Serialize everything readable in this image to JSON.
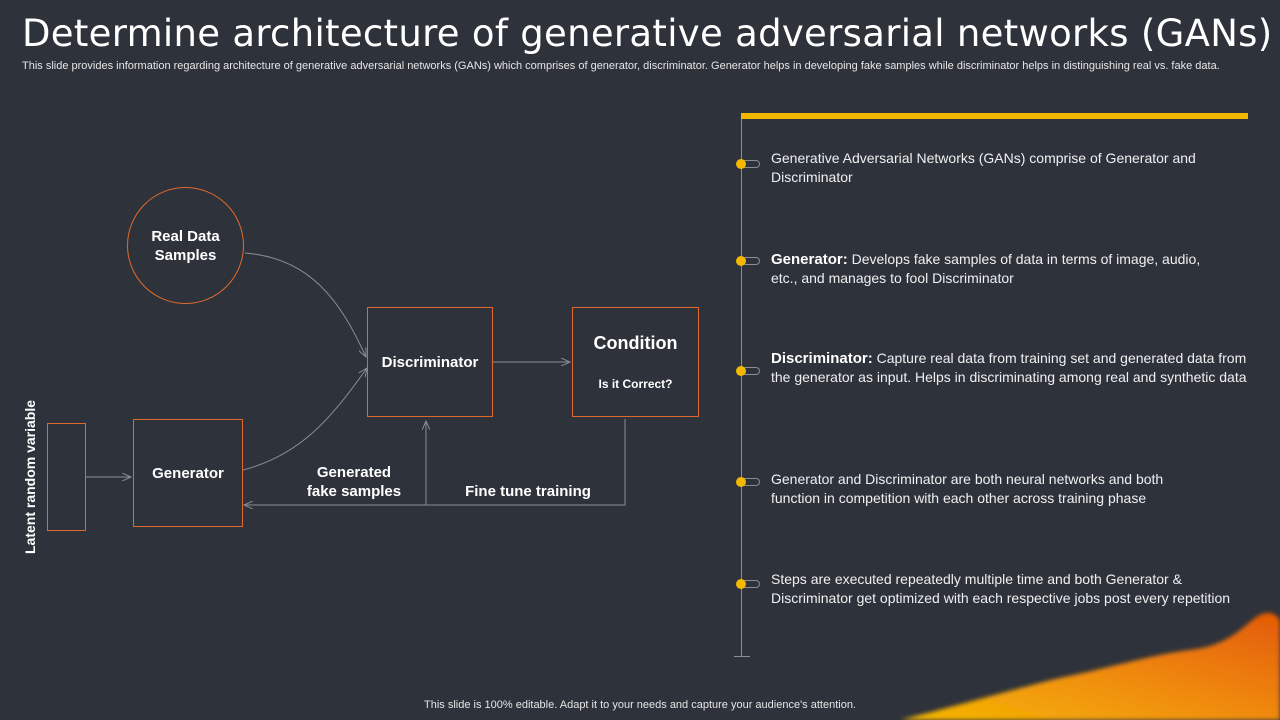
{
  "slide": {
    "title": "Determine architecture of generative adversarial networks (GANs)",
    "subtitle": "This slide provides information regarding architecture of generative adversarial networks (GANs) which comprises of generator, discriminator. Generator helps in developing fake samples while discriminator helps in distinguishing real vs. fake data.",
    "footer": "This slide is 100% editable. Adapt it to your needs and capture your audience's attention."
  },
  "diagram": {
    "latent_label": "Latent random variable",
    "real_data": "Real Data Samples",
    "generator": "Generator",
    "discriminator": "Discriminator",
    "condition_title": "Condition",
    "condition_sub": "Is it Correct?",
    "generated_line1": "Generated",
    "generated_line2": "fake samples",
    "fine_tune": "Fine tune training"
  },
  "points": [
    {
      "bold": "",
      "text": "Generative Adversarial Networks (GANs) comprise of Generator and Discriminator"
    },
    {
      "bold": "Generator:",
      "text": " Develops fake samples of data in terms of image, audio, etc., and manages to fool Discriminator"
    },
    {
      "bold": "Discriminator:",
      "text": " Capture real data from training set and generated data from the generator as input. Helps in discriminating among real and synthetic data"
    },
    {
      "bold": "",
      "text": "Generator and Discriminator are both neural networks and both function in competition with each other across training phase"
    },
    {
      "bold": "",
      "text": "Steps are executed repeatedly multiple time and both Generator & Discriminator get optimized with each respective jobs post every repetition"
    }
  ],
  "colors": {
    "background": "#2e323b",
    "node_border": "#e06a2c",
    "accent": "#f5b800",
    "connector": "#8a8d93"
  }
}
